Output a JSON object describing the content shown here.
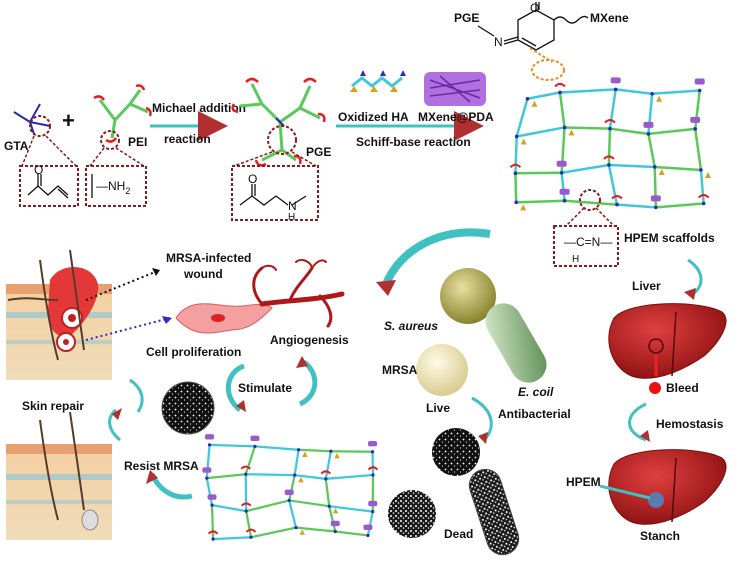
{
  "labels": {
    "gta": "GTA",
    "pei": "PEI",
    "plus": "+",
    "michael": "Michael addition",
    "reaction": "reaction",
    "pge": "PGE",
    "oxidized_ha": "Oxidized HA",
    "mxene_pda": "MXene@PDA",
    "schiff": "Schiff-base reaction",
    "pge_top": "PGE",
    "mxene_top": "MXene",
    "hpem_scaffolds": "HPEM scaffolds",
    "liver": "Liver",
    "bleed": "Bleed",
    "hemostasis": "Hemostasis",
    "hpem": "HPEM",
    "stanch": "Stanch",
    "s_aureus": "S. aureus",
    "e_coil": "E. coil",
    "mrsa": "MRSA",
    "live": "Live",
    "antibacterial": "Antibacterial",
    "dead": "Dead",
    "mrsa_wound_1": "MRSA-infected",
    "mrsa_wound_2": "wound",
    "cell_prolif": "Cell proliferation",
    "angiogenesis": "Angiogenesis",
    "stimulate": "Stimulate",
    "skin_repair": "Skin repair",
    "resist_mrsa": "Resist MRSA"
  },
  "chem": {
    "nh2": "—NH",
    "nh2_sub": "2",
    "h": "H",
    "n": "N",
    "n_imine": "N",
    "c": "C",
    "o": "O",
    "o_quin": "O",
    "imine": "—C=N—",
    "imine_h": "H"
  },
  "colors": {
    "arrow_teal": "#40c0c0",
    "arrow_red": "#b03030",
    "box_border": "#8b1a1a",
    "green_bond": "#5ac85a",
    "cyan_bond": "#40c8d8",
    "red_end": "#e02020",
    "liver": "#c62020",
    "mxene_purple": "#9b59d0",
    "sa_ball": "#b8b050",
    "mrsa_ball": "#e8e0b0",
    "ecoli": "#80b070"
  }
}
